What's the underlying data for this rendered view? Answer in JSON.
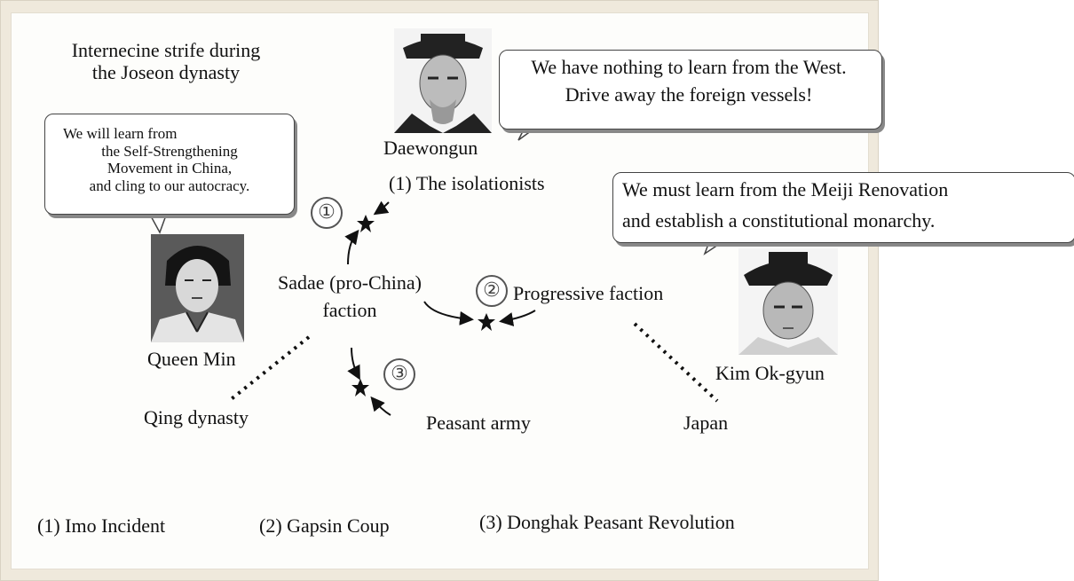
{
  "title": [
    "Internecine strife during",
    "the Joseon dynasty"
  ],
  "bubbles": {
    "queen": [
      "We will learn from",
      "the Self-Strengthening",
      "Movement in China,",
      "and cling to our autocracy."
    ],
    "daewongun": [
      "We have nothing to learn from the West.",
      "Drive away the foreign vessels!"
    ],
    "kim": [
      "We must learn from the Meiji Renovation",
      "and establish a constitutional monarchy."
    ]
  },
  "people": {
    "daewongun": "Daewongun",
    "queen": "Queen Min",
    "kim": "Kim Ok-gyun"
  },
  "nodes": {
    "isolationists": "(1)  The isolationists",
    "sadae": [
      "Sadae (pro-China)",
      "faction"
    ],
    "progressive": "Progressive faction",
    "peasant": "Peasant army",
    "qing": "Qing dynasty",
    "japan": "Japan"
  },
  "markers": [
    "①",
    "②",
    "③"
  ],
  "legend": [
    "(1)  Imo Incident",
    "(2)  Gapsin Coup",
    "(3)  Donghak Peasant Revolution"
  ],
  "icons": [
    "clash-star-icon",
    "portrait-icon"
  ]
}
